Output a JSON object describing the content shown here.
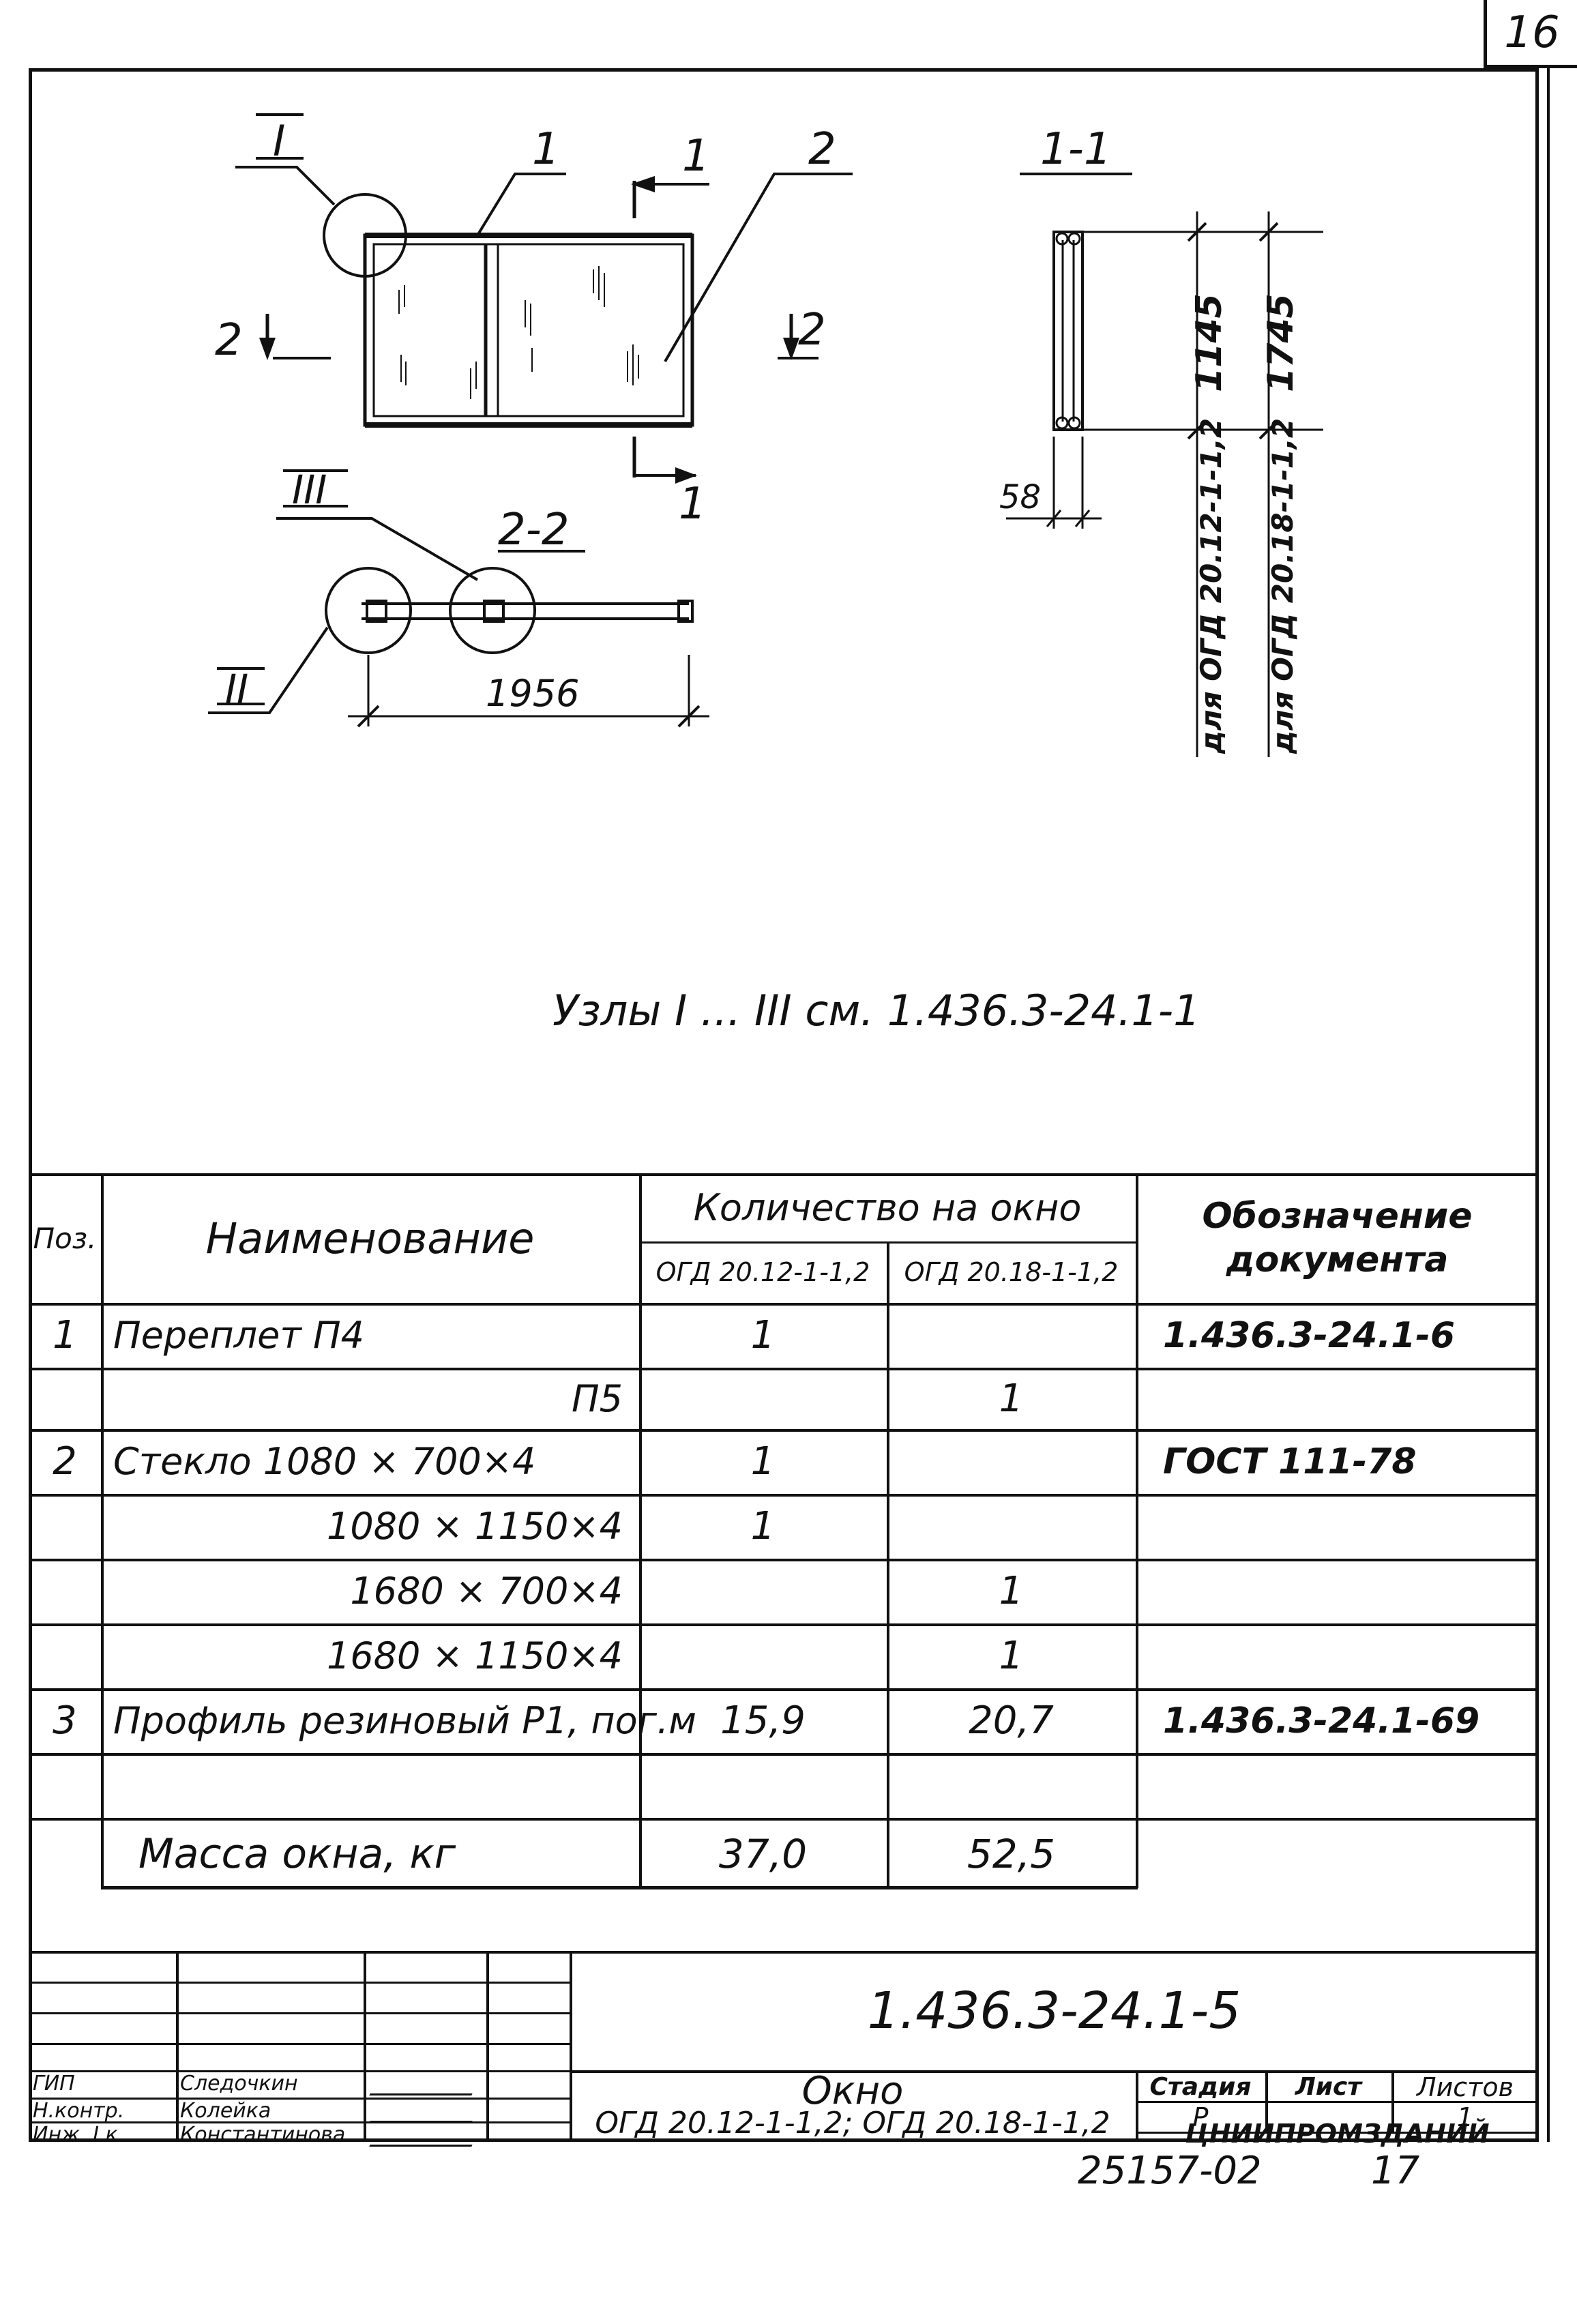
{
  "sheet_number": "16",
  "drawing": {
    "callouts": {
      "node_I": "I",
      "node_II": "II",
      "node_III": "III",
      "pos_1": "1",
      "pos_2": "2",
      "section_1": "1",
      "section_2": "2"
    },
    "section_1_1": {
      "title": "1-1",
      "dim_width": "58",
      "dim_height_1": "1145",
      "dim_height_2": "1745",
      "note_1": "для ОГД 20.12-1-1,2",
      "note_2": "для ОГД 20.18-1-1,2"
    },
    "section_2_2": {
      "title": "2-2",
      "dim_length": "1956"
    },
    "nodes_note": "Узлы I ... III см. 1.436.3-24.1-1"
  },
  "spec": {
    "headers": {
      "pos": "Поз.",
      "name": "Наименование",
      "qty": "Количество на окно",
      "qty_col1": "ОГД 20.12-1-1,2",
      "qty_col2": "ОГД 20.18-1-1,2",
      "doc_line1": "Обозначение",
      "doc_line2": "документа"
    },
    "rows": [
      {
        "pos": "1",
        "name": "Переплет  П4",
        "align": "l",
        "q1": "1",
        "q2": "",
        "doc": "1.436.3-24.1-6"
      },
      {
        "pos": "",
        "name": "П5",
        "align": "r",
        "q1": "",
        "q2": "1",
        "doc": ""
      },
      {
        "pos": "2",
        "name": "Стекло   1080 × 700×4",
        "align": "l",
        "q1": "1",
        "q2": "",
        "doc": "ГОСТ 111-78"
      },
      {
        "pos": "",
        "name": "1080 × 1150×4",
        "align": "r",
        "q1": "1",
        "q2": "",
        "doc": ""
      },
      {
        "pos": "",
        "name": "1680 × 700×4",
        "align": "r",
        "q1": "",
        "q2": "1",
        "doc": ""
      },
      {
        "pos": "",
        "name": "1680 × 1150×4",
        "align": "r",
        "q1": "",
        "q2": "1",
        "doc": ""
      },
      {
        "pos": "3",
        "name": "Профиль резиновый Р1, пог.м",
        "align": "l",
        "q1": "15,9",
        "q2": "20,7",
        "doc": "1.436.3-24.1-69"
      },
      {
        "pos": "",
        "name": "",
        "align": "l",
        "q1": "",
        "q2": "",
        "doc": ""
      }
    ],
    "mass": {
      "label": "Масса  окна,  кг",
      "q1": "37,0",
      "q2": "52,5"
    }
  },
  "title_block": {
    "code": "1.436.3-24.1-5",
    "name": "Окно",
    "subtitle": "ОГД 20.12-1-1,2; ОГД 20.18-1-1,2",
    "stage_label": "Стадия",
    "sheet_label": "Лист",
    "sheets_label": "Листов",
    "stage_value": "Р",
    "sheets_value": "1",
    "org": "ЦНИИПРОМЗДАНИЙ",
    "signatures": [
      {
        "role": "ГИП",
        "name": "Следочкин"
      },
      {
        "role": "Н.контр.",
        "name": "Колейка"
      },
      {
        "role": "Инж. I к",
        "name": "Константинова"
      }
    ]
  },
  "footer_code": "25157-02",
  "footer_sheet": "17"
}
